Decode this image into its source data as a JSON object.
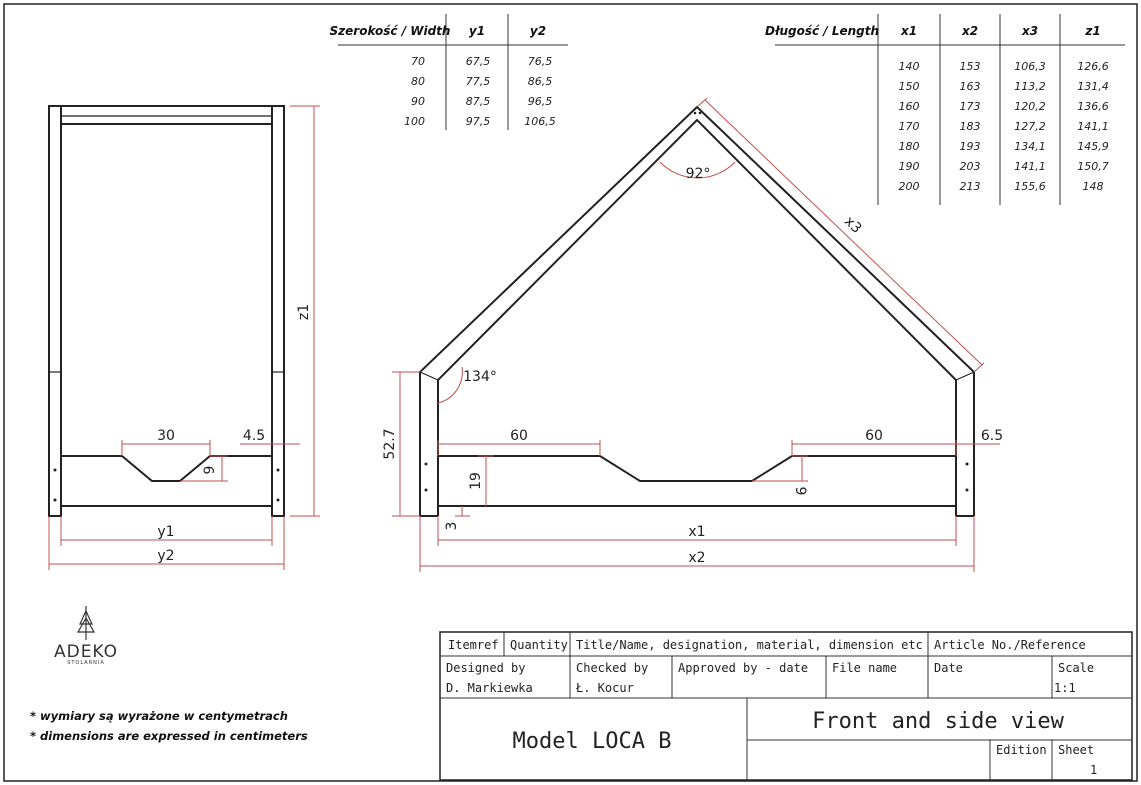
{
  "width_table": {
    "headers": [
      "Szerokość / Width",
      "y1",
      "y2"
    ],
    "rows": [
      [
        "70",
        "67,5",
        "76,5"
      ],
      [
        "80",
        "77,5",
        "86,5"
      ],
      [
        "90",
        "87,5",
        "96,5"
      ],
      [
        "100",
        "97,5",
        "106,5"
      ]
    ]
  },
  "length_table": {
    "headers": [
      "Długość / Length",
      "x1",
      "x2",
      "x3",
      "z1"
    ],
    "rows": [
      [
        "140",
        "153",
        "106,3",
        "126,6"
      ],
      [
        "150",
        "163",
        "113,2",
        "131,4"
      ],
      [
        "160",
        "173",
        "120,2",
        "136,6"
      ],
      [
        "170",
        "183",
        "127,2",
        "141,1"
      ],
      [
        "180",
        "193",
        "134,1",
        "145,9"
      ],
      [
        "190",
        "203",
        "141,1",
        "150,7"
      ],
      [
        "200",
        "213",
        "155,6",
        "148"
      ]
    ]
  },
  "side_view": {
    "z1": "z1",
    "y1": "y1",
    "y2": "y2",
    "notch_width": "30",
    "post_width": "4.5",
    "notch_depth": "9"
  },
  "front_view": {
    "apex_angle": "92°",
    "corner_angle": "134°",
    "roof_length": "x3",
    "wall_height": "52.7",
    "left_rail": "60",
    "right_rail": "60",
    "post_width": "6.5",
    "rail_height": "19",
    "gap": "3",
    "notch_depth": "9",
    "x1": "x1",
    "x2": "x2"
  },
  "logo": {
    "name": "ADEKO",
    "sub": "STOLARNIA"
  },
  "notes": [
    "* wymiary są wyrażone w centymetrach",
    "* dimensions are expressed in centimeters"
  ],
  "title_block": {
    "itemref": "Itemref",
    "quantity": "Quantity",
    "title_name": "Title/Name, designation, material, dimension etc",
    "article": "Article No./Reference",
    "designed_by": "Designed by",
    "designer": "D. Markiewka",
    "checked_by": "Checked by",
    "checker": "Ł. Kocur",
    "approved_by": "Approved by - date",
    "file_name": "File name",
    "date": "Date",
    "scale": "Scale",
    "scale_value": "1:1",
    "model": "Model LOCA B",
    "view_title": "Front and side view",
    "edition": "Edition",
    "sheet": "Sheet",
    "sheet_value": "1"
  }
}
